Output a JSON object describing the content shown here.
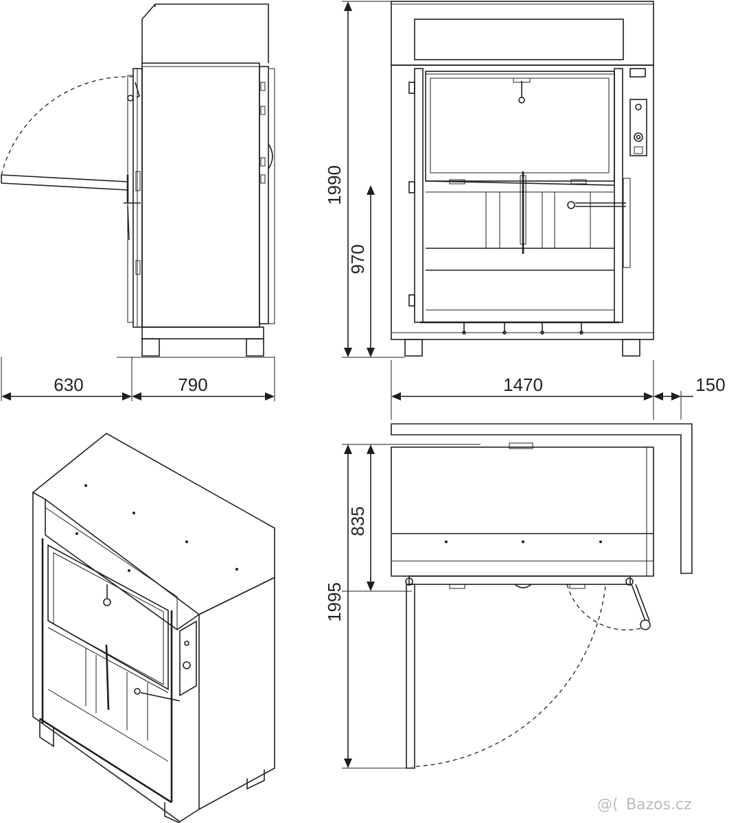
{
  "drawing": {
    "dimensions": {
      "side_depth_door": "630",
      "side_depth": "790",
      "front_height": "1990",
      "front_sill_height": "970",
      "top_width": "1470",
      "top_clearance": "150",
      "top_depth": "835",
      "top_depth_door": "1995"
    },
    "watermark": "Bazos.cz",
    "watermark_logo": "@("
  },
  "colors": {
    "line": "#1e1e1e",
    "background": "#ffffff",
    "watermark": "#bbbbbb"
  }
}
